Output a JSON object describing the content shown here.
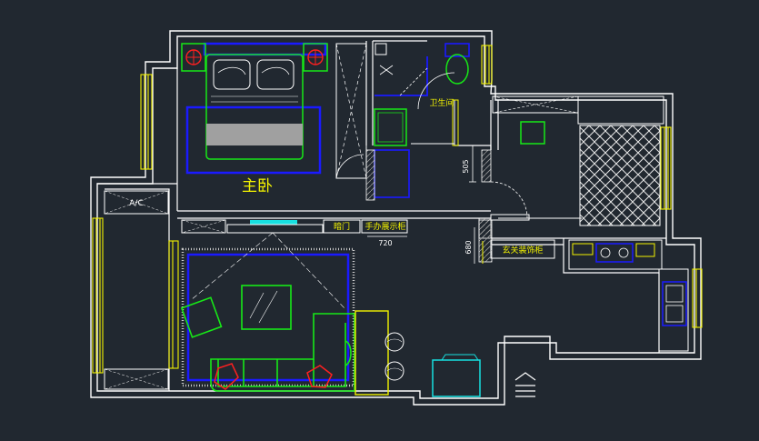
{
  "labels": {
    "master_bedroom": "主卧",
    "bathroom": "卫生间",
    "ac": "A/C",
    "door_label": "暗门",
    "display_cabinet": "手办展示柜",
    "entry_cabinet": "玄关装饰柜"
  },
  "dimensions": {
    "d505": "505",
    "d720": "720",
    "d680": "680"
  },
  "colors": {
    "background": "#212830",
    "wall": "#ffffff",
    "furniture_green": "#17e817",
    "furniture_blue": "#1a1aff",
    "window_yellow": "#f2f200",
    "accent_red": "#ff2020",
    "accent_cyan": "#17e0e0"
  }
}
